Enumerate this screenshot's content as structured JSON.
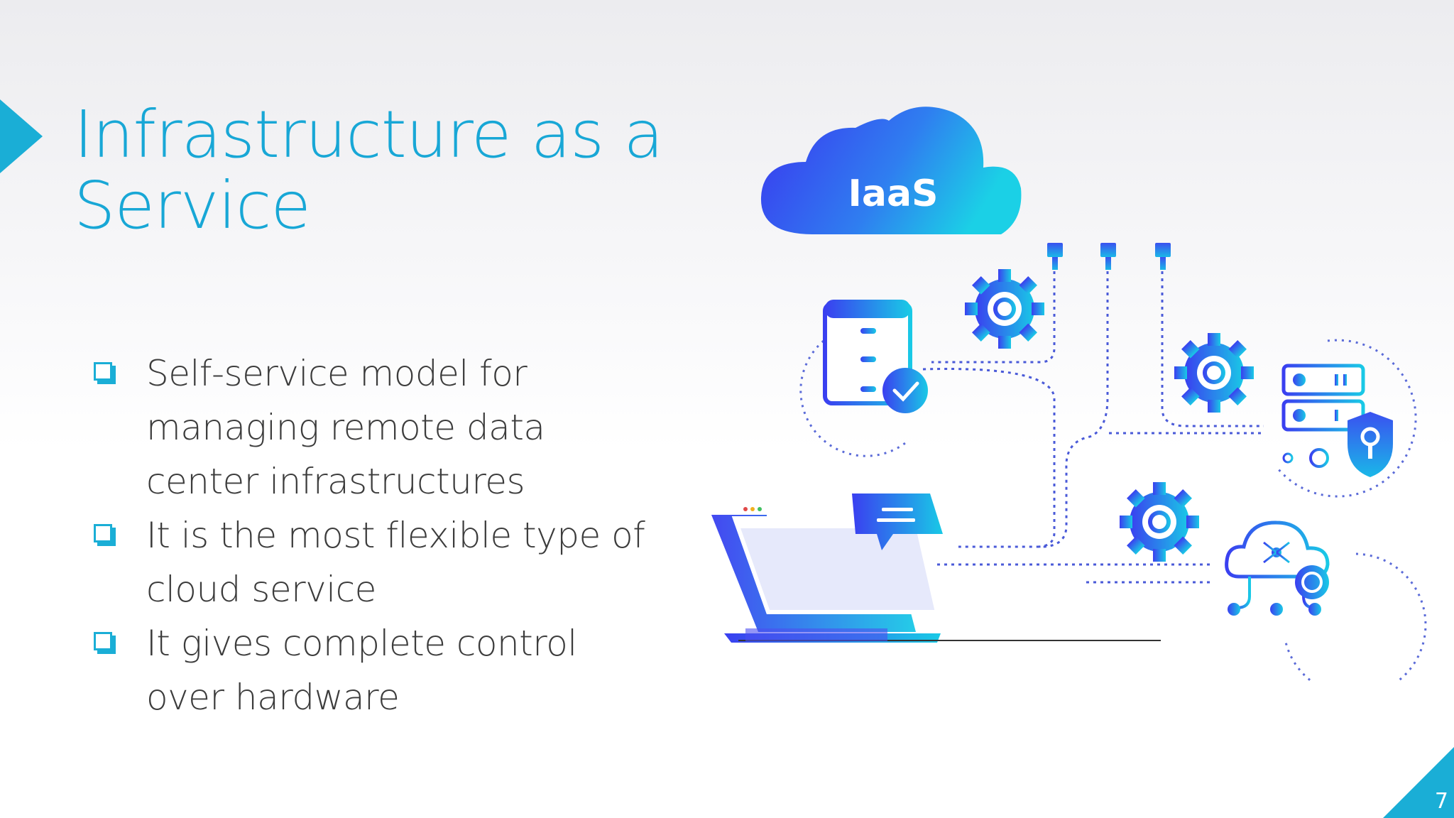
{
  "slide": {
    "title": "Infrastructure as a Service",
    "bullets": [
      "Self-service model for managing remote data center infrastructures",
      "It is the most flexible type of cloud service",
      "It gives complete control over hardware"
    ],
    "illustration": {
      "cloud_label": "IaaS",
      "icons": [
        "cloud-icon",
        "database-icon",
        "check-icon",
        "gear-icon",
        "server-icon",
        "shield-lock-icon",
        "laptop-icon",
        "chat-icon",
        "cloud-network-icon"
      ]
    },
    "page_number": "7"
  },
  "colors": {
    "accent": "#1aaed6",
    "title": "#18a7d6",
    "body_text": "#3c3c3c",
    "illustration_blue": "#3a4ff0",
    "illustration_cyan": "#19c9e6"
  }
}
